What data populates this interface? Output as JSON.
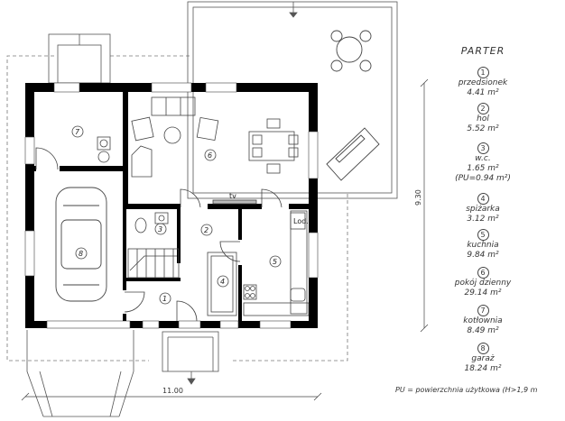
{
  "plan_title": "PARTER",
  "rooms": [
    {
      "num": "1",
      "name": "przedsionek",
      "area": "4.41 m²",
      "extra": ""
    },
    {
      "num": "2",
      "name": "hol",
      "area": "5.52 m²",
      "extra": ""
    },
    {
      "num": "3",
      "name": "w.c.",
      "area": "1.65 m²",
      "extra": "(PU=0.94 m²)"
    },
    {
      "num": "4",
      "name": "spiżarka",
      "area": "3.12 m²",
      "extra": ""
    },
    {
      "num": "5",
      "name": "kuchnia",
      "area": "9.84 m²",
      "extra": ""
    },
    {
      "num": "6",
      "name": "pokój dzienny",
      "area": "29.14 m²",
      "extra": ""
    },
    {
      "num": "7",
      "name": "kotłownia",
      "area": "8.49 m²",
      "extra": ""
    },
    {
      "num": "8",
      "name": "garaż",
      "area": "18.24 m²",
      "extra": ""
    }
  ],
  "footnote": "PU = powierzchnia użytkowa (H>1,9 m",
  "dimensions": {
    "width": "11.00",
    "depth": "9.30"
  },
  "fixture_labels": {
    "tv": "tv",
    "fridge": "Lod."
  }
}
